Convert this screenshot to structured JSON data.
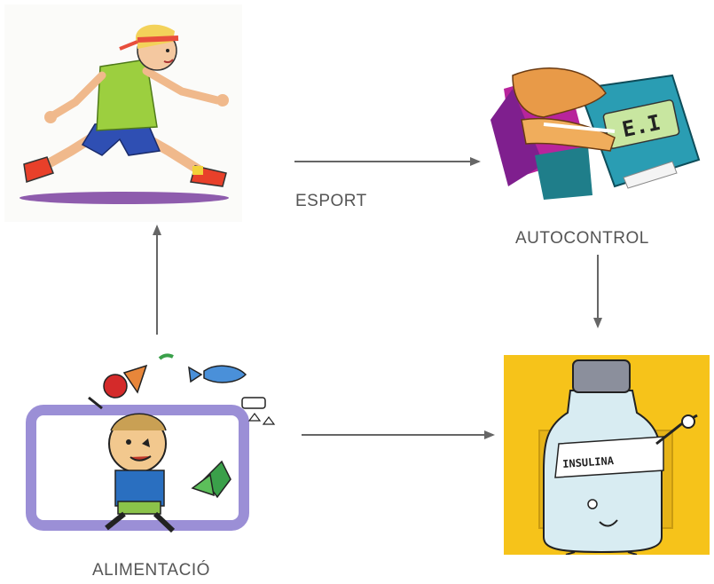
{
  "labels": {
    "esport": "ESPORT",
    "autocontrol": "AUTOCONTROL",
    "alimentacio": "ALIMENTACIÓ"
  },
  "illustrations": {
    "runner": "running-person-illustration",
    "meter": "glucose-meter-illustration",
    "food": "child-juggling-food-illustration",
    "insulin": "insulin-bottle-illustration",
    "insulin_text": "INSULINA"
  },
  "colors": {
    "arrow": "#666666",
    "label": "#555555",
    "insulin_background": "#f6c31a",
    "food_frame": "#9b8fd6",
    "runner_shirt": "#9ccf3f",
    "runner_shorts": "#2f4fb3"
  }
}
